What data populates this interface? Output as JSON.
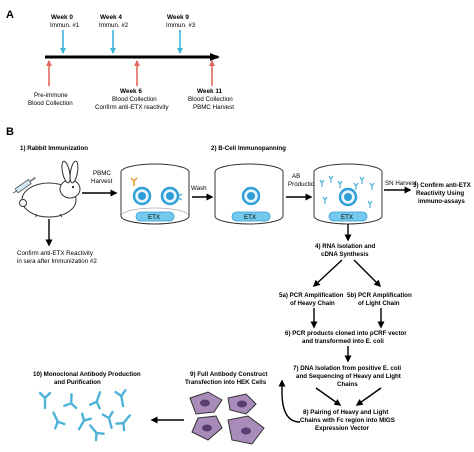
{
  "panel_a": {
    "label": "A",
    "timeline_top": [
      {
        "week": "Week 0",
        "event": "Immun. #1"
      },
      {
        "week": "Week 4",
        "event": "Immun. #2"
      },
      {
        "week": "Week 9",
        "event": "Immun. #3"
      }
    ],
    "timeline_bottom": [
      {
        "week": "",
        "events": [
          "Pre-immune",
          "Blood Collection"
        ]
      },
      {
        "week": "Week 6",
        "events": [
          "Blood Collection",
          "Confirm anti-ETX reactivity"
        ]
      },
      {
        "week": "Week 11",
        "events": [
          "Blood Collection",
          "PBMC Harvest"
        ]
      }
    ],
    "colors": {
      "immunization_arrow": "#3fb6d8",
      "collection_arrow": "#e0685f",
      "timeline": "#000000"
    }
  },
  "panel_b": {
    "label": "B",
    "steps": {
      "s1": "1) Rabbit Immunization",
      "s2": "2) B-Cell Immunopanning",
      "s3": [
        "3) Confirm anti-ETX",
        "Reactivity Using",
        "immuno-assays"
      ],
      "s4": [
        "4) RNA Isolation and",
        "cDNA Synthesis"
      ],
      "s5a": [
        "5a) PCR Amplification",
        "of Heavy Chain"
      ],
      "s5b": [
        "5b) PCR Amplification",
        "of Light Chain"
      ],
      "s6": [
        "6) PCR products cloned into pCRF vector",
        "and transformed into E. coli"
      ],
      "s7": [
        "7) DNA Isolation from positive E. coli",
        "and Sequencing of Heavy and Light",
        "Chains"
      ],
      "s8": [
        "8) Pairing of Heavy and Light",
        "Chains with Fc region into MIGS",
        "Expression Vector"
      ],
      "s9": [
        "9) Full Antibody Construct",
        "Transfection into HEK Cells"
      ],
      "s10": [
        "10) Monoclonal Antibody Production",
        "and Purification"
      ]
    },
    "flow_labels": {
      "pbmc": [
        "PBMC",
        "Harvest"
      ],
      "wash": "Wash",
      "ab": [
        "AB",
        "Production"
      ],
      "sn": "SN Harvest",
      "confirm": [
        "Confirm anti-ETX Reactivity",
        "in sera after Immunization #2"
      ]
    },
    "etx_label": "ETX",
    "colors": {
      "cell_blue": "#2f9fd8",
      "cell_light": "#e8f4fb",
      "etx_fill": "#74c9ec",
      "antibody": "#4fb3d9",
      "hek_fill": "#a88bb8",
      "hek_nucleus": "#5a3e73",
      "orange_receptor": "#e8952e"
    }
  }
}
